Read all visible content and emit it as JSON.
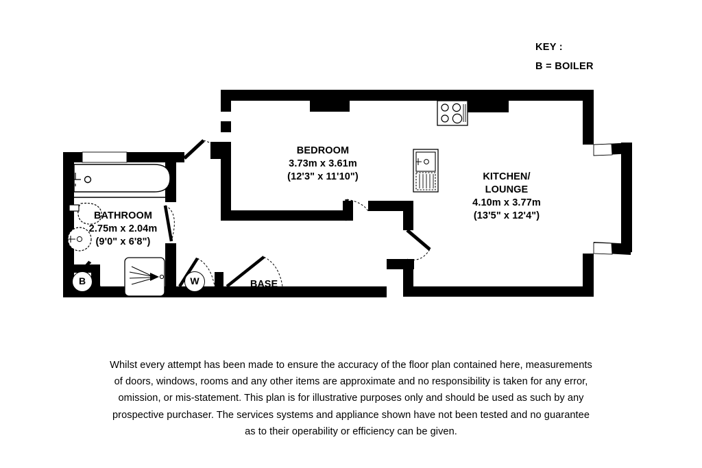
{
  "document": {
    "type": "floor-plan",
    "background_color": "#ffffff",
    "wall_color": "#000000"
  },
  "key": {
    "title": "KEY :",
    "entries": [
      {
        "symbol": "B",
        "label": "B = BOILER"
      }
    ]
  },
  "rooms": [
    {
      "id": "bedroom",
      "name": "BEDROOM",
      "dimensions_metric": "3.73m x 3.61m",
      "dimensions_imperial": "(12'3\" x 11'10\")"
    },
    {
      "id": "kitchen-lounge",
      "name_line1": "KITCHEN/",
      "name_line2": "LOUNGE",
      "dimensions_metric": "4.10m x 3.77m",
      "dimensions_imperial": "(13'5\" x 12'4\")"
    },
    {
      "id": "bathroom",
      "name": "BATHROOM",
      "dimensions_metric": "2.75m x 2.04m",
      "dimensions_imperial": "(9'0\" x 6'8\")"
    }
  ],
  "annotations": {
    "base_label": "BASE",
    "boiler_tag": "B",
    "w_tag": "W"
  },
  "fixtures": [
    {
      "name": "bathtub",
      "room": "bathroom"
    },
    {
      "name": "toilet",
      "room": "bathroom"
    },
    {
      "name": "wash-basin",
      "room": "bathroom"
    },
    {
      "name": "shower-cubicle",
      "room": "hallway"
    },
    {
      "name": "hob",
      "room": "kitchen-lounge"
    },
    {
      "name": "sink-with-drainer",
      "room": "kitchen-lounge"
    }
  ],
  "disclaimer": {
    "lines": [
      "Whilst every attempt has been made to ensure the accuracy of the floor plan contained here, measurements",
      "of doors, windows, rooms and any other items are approximate and no responsibility is taken for any error,",
      "omission, or mis-statement. This plan is for illustrative purposes only and should be used as such by any",
      "prospective purchaser. The services systems and appliance shown have not been tested and no guarantee",
      "as to their operability or efficiency can be given."
    ]
  }
}
